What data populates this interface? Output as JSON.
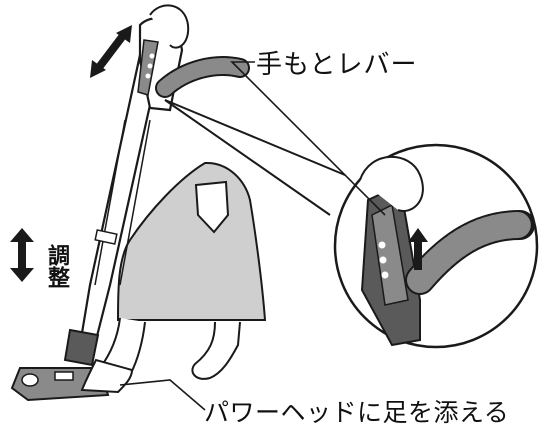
{
  "labels": {
    "lever": "手もとレバー",
    "adjust": "調整",
    "foot_on_head": "パワーヘッドに足を添える"
  },
  "colors": {
    "line": "#1a1a1a",
    "body_gray": "#8a8a8a",
    "dark_gray": "#5a5a5a",
    "shade": "#cfcfcf",
    "white": "#ffffff"
  },
  "icons": [
    "double-arrow-vertical-icon",
    "double-arrow-diagonal-icon",
    "adjust-arrow-icon"
  ]
}
